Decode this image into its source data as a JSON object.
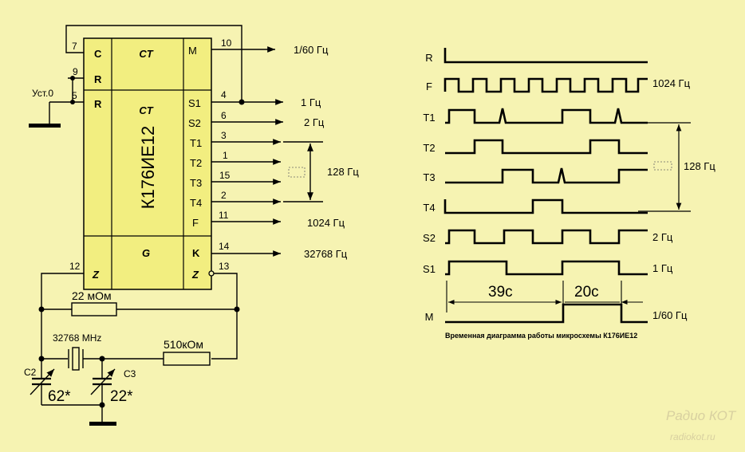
{
  "chip": {
    "name": "К176ИЕ12",
    "ct_label": "CT",
    "g_label": "G",
    "pins_left": [
      {
        "num": "7",
        "label": "C"
      },
      {
        "num": "9",
        "label": "R"
      },
      {
        "num": "5",
        "label": "R"
      },
      {
        "num": "12",
        "label": "Z"
      }
    ],
    "pins_right": [
      {
        "num": "10",
        "label": "M",
        "output": "1/60 Гц"
      },
      {
        "num": "4",
        "label": "S1",
        "output": "1 Гц"
      },
      {
        "num": "6",
        "label": "S2",
        "output": "2 Гц"
      },
      {
        "num": "3",
        "label": "T1"
      },
      {
        "num": "1",
        "label": "T2"
      },
      {
        "num": "15",
        "label": "T3"
      },
      {
        "num": "2",
        "label": "T4"
      },
      {
        "num": "11",
        "label": "F",
        "output": "1024 Гц"
      },
      {
        "num": "14",
        "label": "K",
        "output": "32768 Гц"
      },
      {
        "num": "13",
        "label": "Z"
      }
    ],
    "t_group_output": "128 Гц"
  },
  "circuit": {
    "reset_label": "Уст.0",
    "resistor1": "22 мОм",
    "crystal": "32768 MHz",
    "resistor2": "510кОм",
    "c2_name": "C2",
    "c2_value": "62*",
    "c3_name": "C3",
    "c3_value": "22*"
  },
  "timing": {
    "caption": "Временная диаграмма работы микросхемы К176ИЕ12",
    "signals": [
      {
        "name": "R"
      },
      {
        "name": "F",
        "freq": "1024 Гц"
      },
      {
        "name": "T1"
      },
      {
        "name": "T2"
      },
      {
        "name": "T3"
      },
      {
        "name": "T4"
      },
      {
        "name": "S2",
        "freq": "2 Гц"
      },
      {
        "name": "S1",
        "freq": "1 Гц"
      },
      {
        "name": "M",
        "freq": "1/60 Гц"
      }
    ],
    "t_group_freq": "128 Гц",
    "interval1": "39с",
    "interval2": "20с"
  },
  "watermark": {
    "logo": "Радио КОТ",
    "url": "radiokot.ru"
  }
}
